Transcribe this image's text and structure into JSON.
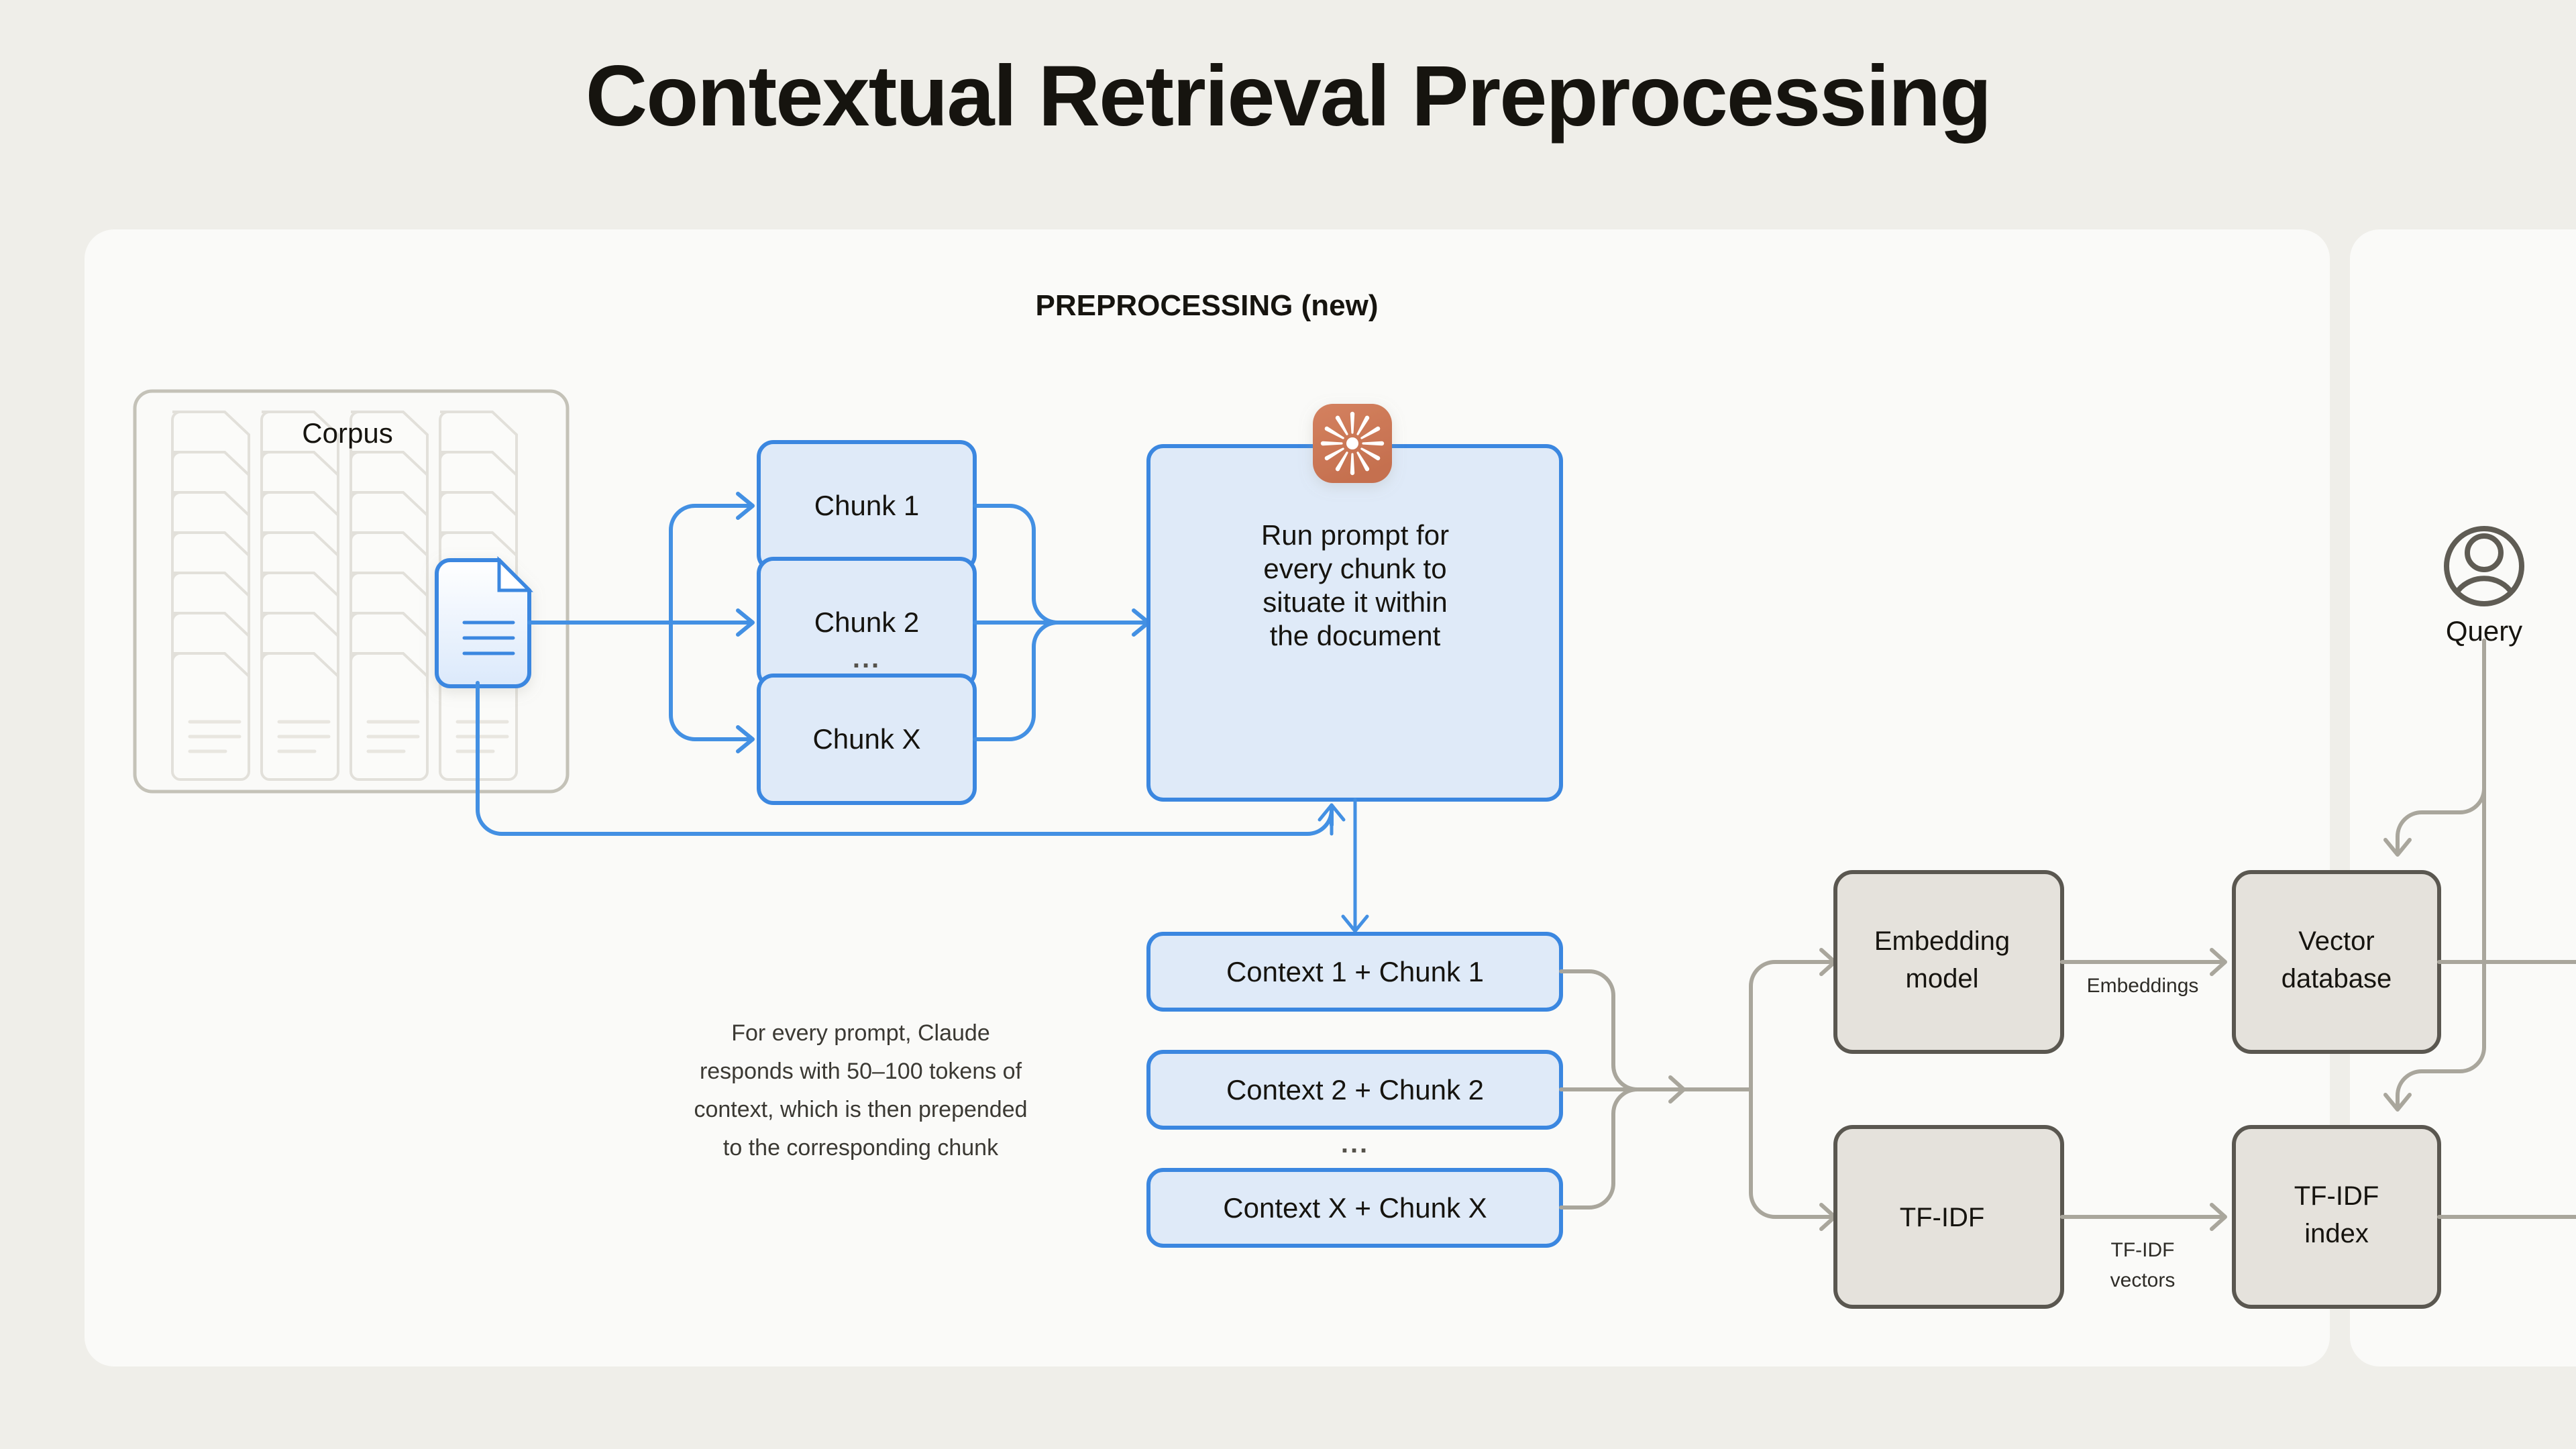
{
  "page": {
    "title": "Contextual Retrieval Preprocessing",
    "background_color": "#efeee9",
    "panel_color": "#fafaf8"
  },
  "colors": {
    "accent_blue": "#4390e3",
    "blue_box_fill": "#dfeaf8",
    "grey_box_fill": "#e5e2dc",
    "grey_box_stroke": "#5a5750",
    "connector_grey": "#a9a69c",
    "claude_orange": "#cc785c"
  },
  "panel": {
    "section_label": "PREPROCESSING (new)"
  },
  "corpus": {
    "label": "Corpus",
    "doc_columns": 4,
    "doc_rows": 7,
    "active_doc_column": 4,
    "active_doc_row": 4
  },
  "chunks": {
    "items": [
      "Chunk 1",
      "Chunk 2",
      "Chunk X"
    ],
    "ellipsis": "..."
  },
  "prompt_box": {
    "lines": [
      "Run prompt for",
      "every chunk to",
      "situate it within",
      "the document"
    ],
    "icon": "claude-sunburst-icon"
  },
  "context_chunks": {
    "items": [
      "Context 1 + Chunk 1",
      "Context 2 + Chunk 2",
      "Context X + Chunk X"
    ],
    "ellipsis": "..."
  },
  "caption": {
    "lines": [
      "For every prompt, Claude",
      "responds with 50–100 tokens of",
      "context, which is then prepended",
      "to the corresponding chunk"
    ]
  },
  "pipeline": {
    "embedding_model": {
      "lines": [
        "Embedding",
        "model"
      ]
    },
    "tfidf": {
      "lines": [
        "TF-IDF"
      ]
    },
    "vector_database": {
      "lines": [
        "Vector",
        "database"
      ]
    },
    "tfidf_index": {
      "lines": [
        "TF-IDF",
        "index"
      ]
    },
    "edge_embeddings": "Embeddings",
    "edge_tfidf_vectors": [
      "TF-IDF",
      "vectors"
    ]
  },
  "query": {
    "label": "Query",
    "icon": "user-avatar-icon"
  }
}
